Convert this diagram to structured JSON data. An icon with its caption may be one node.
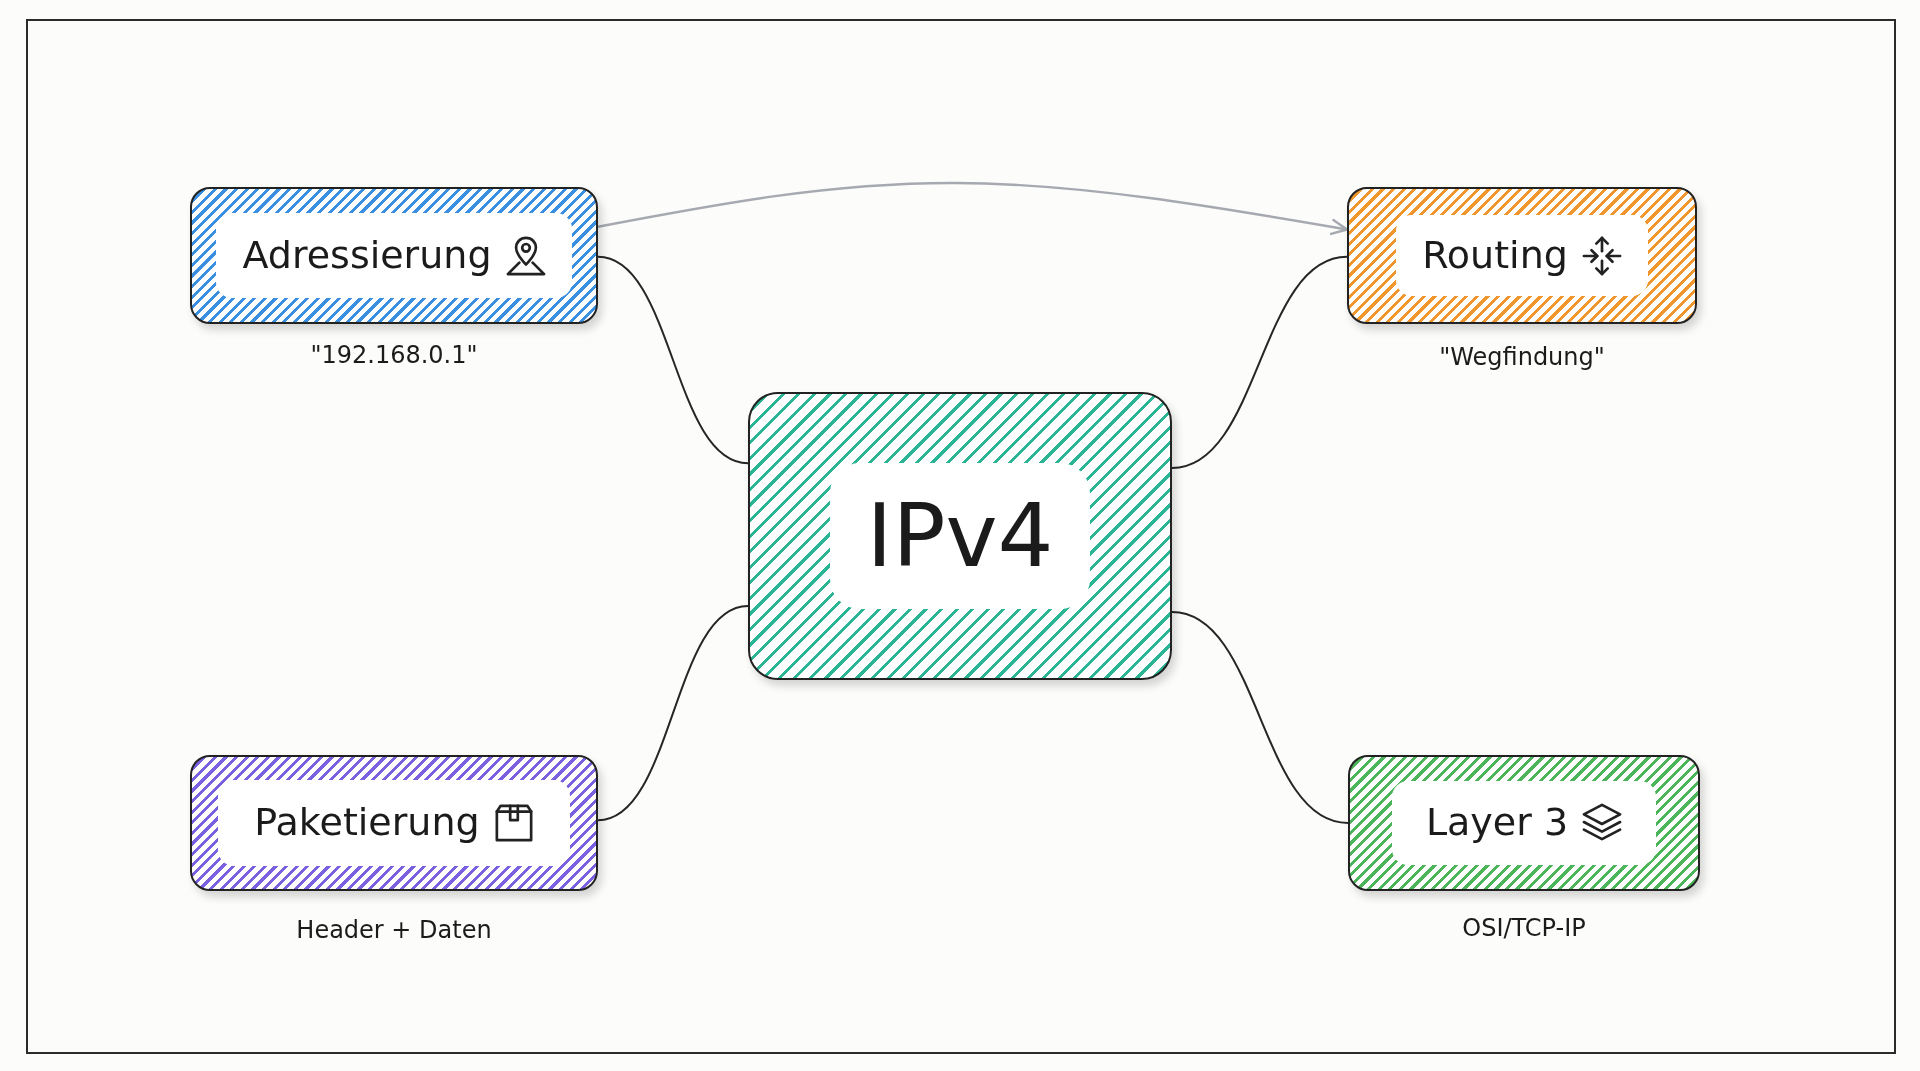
{
  "diagram": {
    "nodes": [
      {
        "text": [
          "Adressierung"
        ],
        "beside": [
          "\"192.168.0.1\""
        ]
      },
      {
        "text": [
          "Routing"
        ],
        "beside": [
          "\"Wegfindung\""
        ]
      },
      {
        "text": [
          "IPv4"
        ]
      },
      {
        "text": [
          "Paketierung"
        ],
        "beside": [
          "Header + Daten"
        ]
      },
      {
        "text": [
          "Layer 3"
        ],
        "beside": [
          "OSI/TCP-IP"
        ]
      }
    ],
    "edges": [
      {
        "from": 0,
        "to": 1,
        "arrow": "to",
        "color": "#a6a9b0"
      },
      {
        "from": 2,
        "to": 0,
        "arrow": "none"
      },
      {
        "from": 2,
        "to": 1,
        "arrow": "none"
      },
      {
        "from": 2,
        "to": 3,
        "arrow": "none"
      },
      {
        "from": 2,
        "to": 4,
        "arrow": "none"
      }
    ]
  }
}
